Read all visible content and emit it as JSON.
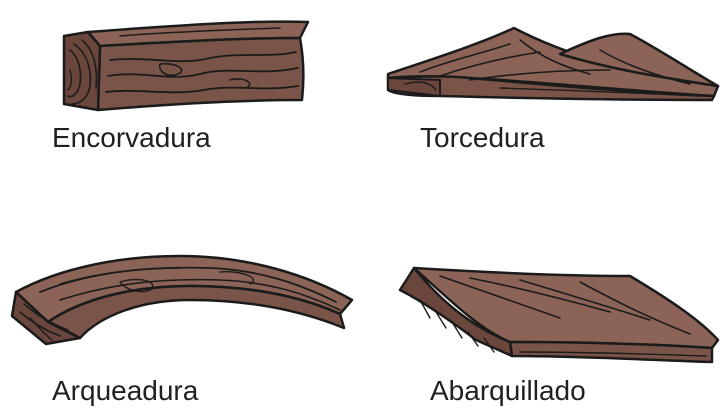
{
  "labels": {
    "warp_1": "Encorvadura",
    "warp_2": "Torcedura",
    "warp_3": "Arqueadura",
    "warp_4": "Abarquillado"
  },
  "colors": {
    "wood_top": "#8c6357",
    "wood_side": "#7a5449",
    "wood_end": "#6a463c",
    "grain": "#1b1b1b",
    "text": "#231f20"
  }
}
